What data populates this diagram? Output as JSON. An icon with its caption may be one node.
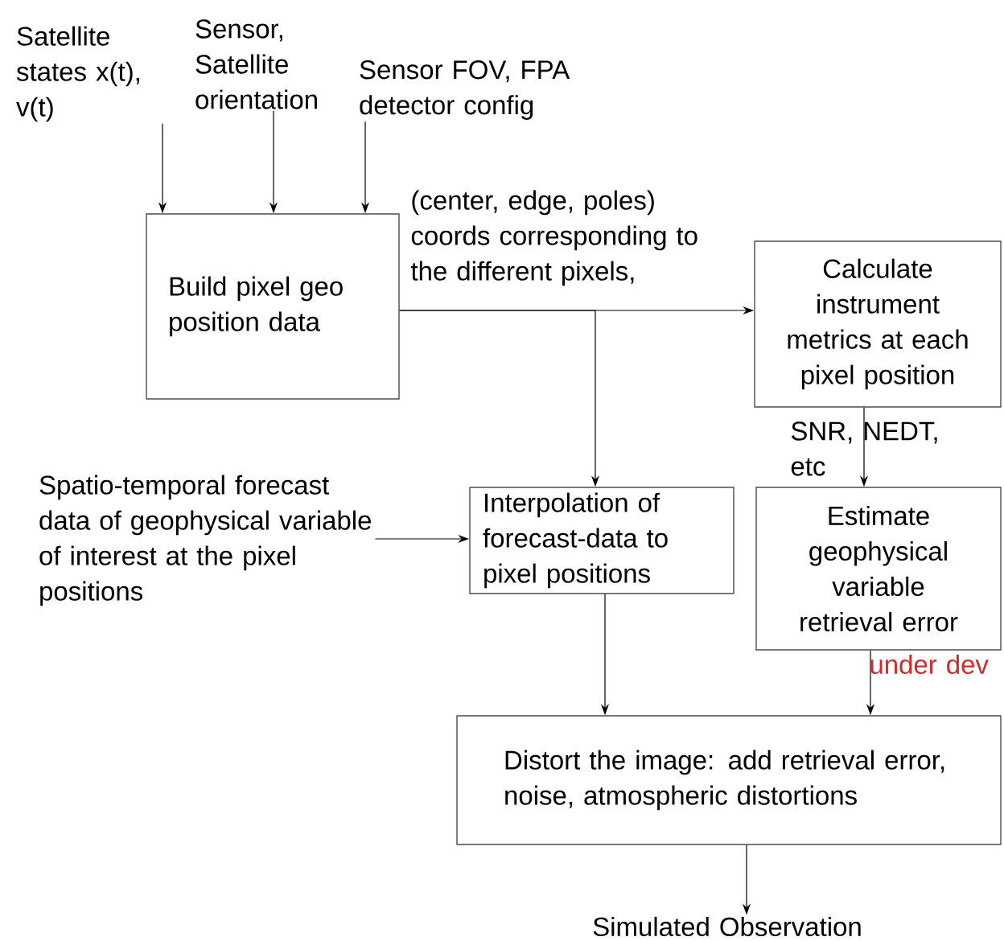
{
  "diagram": {
    "nodes": [
      {
        "text": [
          "Satellite states x(t), v(t)"
        ]
      },
      {
        "text": [
          "Sensor, Satellite orientation"
        ]
      },
      {
        "text": [
          "Sensor FOV, FPA detector config"
        ]
      },
      {
        "text": [
          "Build pixel geo position data"
        ]
      },
      {
        "text": [
          "Calculate instrument metrics at each pixel position"
        ]
      },
      {
        "text": [
          "Spatio-temporal forecast data of geophysical variable of interest at the pixel positions"
        ]
      },
      {
        "text": [
          "Interpolation of forecast-data to pixel positions"
        ]
      },
      {
        "text": [
          "Estimate geophysical variable retrieval error"
        ]
      },
      {
        "text": [
          "Distort the image: add retrieval error, noise, atmospheric distortions"
        ]
      },
      {
        "text": [
          "Simulated Observation"
        ]
      }
    ],
    "edges": [
      {
        "from": 0,
        "to": 3,
        "arrow": "to"
      },
      {
        "from": 1,
        "to": 3,
        "arrow": "to"
      },
      {
        "from": 2,
        "to": 3,
        "arrow": "to"
      },
      {
        "from": 3,
        "to": 4,
        "arrow": "to",
        "label": "(center, edge, poles) coords corresponding to the different pixels,"
      },
      {
        "from": 3,
        "to": 6,
        "arrow": "to"
      },
      {
        "from": 4,
        "to": 7,
        "arrow": "to",
        "label": "SNR, NEDT, etc"
      },
      {
        "from": 5,
        "to": 6,
        "arrow": "to"
      },
      {
        "from": 6,
        "to": 8,
        "arrow": "to"
      },
      {
        "from": 7,
        "to": 8,
        "arrow": "to",
        "label": "under dev"
      },
      {
        "from": 8,
        "to": 9,
        "arrow": "to"
      }
    ]
  }
}
